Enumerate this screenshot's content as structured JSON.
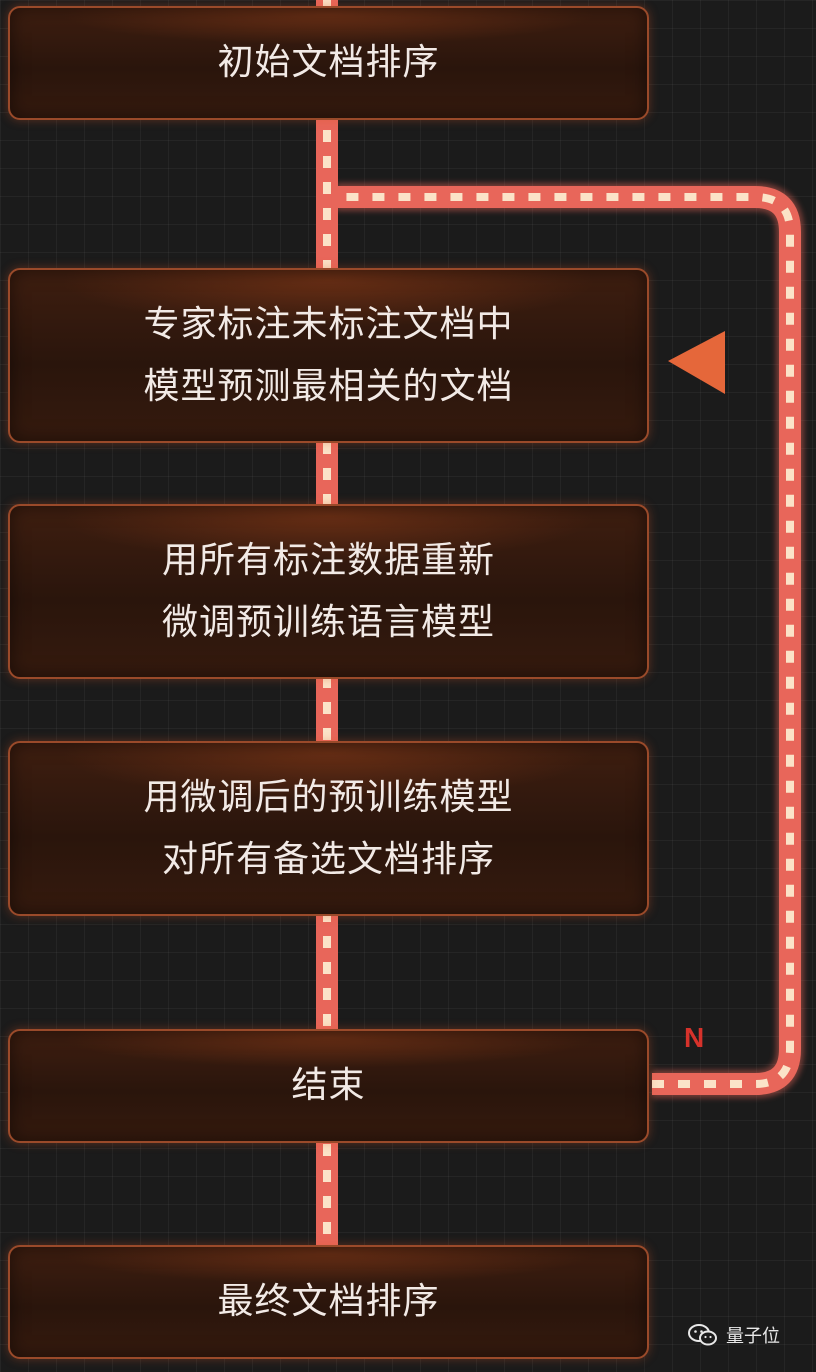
{
  "flowchart": {
    "steps": [
      {
        "lines": [
          "初始文档排序"
        ]
      },
      {
        "lines": [
          "专家标注未标注文档中",
          "模型预测最相关的文档"
        ]
      },
      {
        "lines": [
          "用所有标注数据重新",
          "微调预训练语言模型"
        ]
      },
      {
        "lines": [
          "用微调后的预训练模型",
          "对所有备选文档排序"
        ]
      },
      {
        "lines": [
          "结束"
        ]
      },
      {
        "lines": [
          "最终文档排序"
        ]
      }
    ],
    "loop_label": "N"
  },
  "watermark": {
    "icon": "wechat-icon",
    "text": "量子位"
  },
  "colors": {
    "background": "#1b1b1b",
    "connector": "#e8665a",
    "connector_dash": "#fbe3c8",
    "arrow": "#e5673a",
    "box_border": "#9a4a2a",
    "label_n": "#d6322b"
  }
}
